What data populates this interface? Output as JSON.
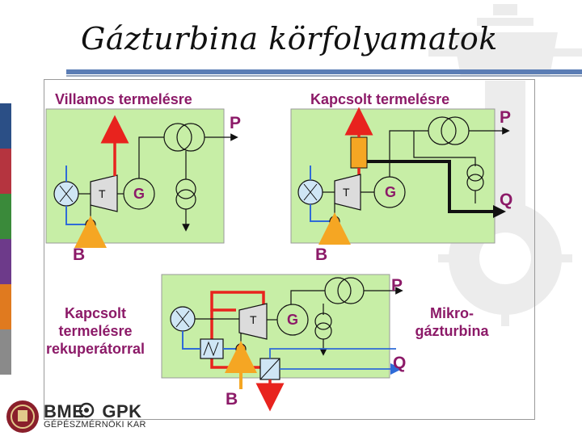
{
  "slide": {
    "title": "Gázturbina körfolyamatok"
  },
  "panels": {
    "top_left": {
      "header": "Villamos termelésre",
      "P": "P",
      "B": "B",
      "T": "T",
      "G": "G"
    },
    "top_right": {
      "header": "Kapcsolt termelésre",
      "P": "P",
      "Q": "Q",
      "B": "B",
      "T": "T",
      "G": "G"
    },
    "bottom": {
      "P": "P",
      "Q": "Q",
      "B": "B",
      "T": "T",
      "G": "G",
      "left_caption": [
        "Kapcsolt",
        "termelésre",
        "rekuperátorral"
      ],
      "right_caption": [
        "Mikro-",
        "gázturbina"
      ]
    }
  },
  "logo": {
    "main_left": "BME",
    "main_right": "GPK",
    "sub": "GÉPÉSZMÉRNÖKI KAR"
  },
  "colors": {
    "panel_green": "#c7eea6",
    "accent": "#8c1a68",
    "flow_red": "#e8231e",
    "flow_orange": "#f5a623",
    "heat_black": "#111111",
    "water_blue": "#2f6bd8"
  }
}
